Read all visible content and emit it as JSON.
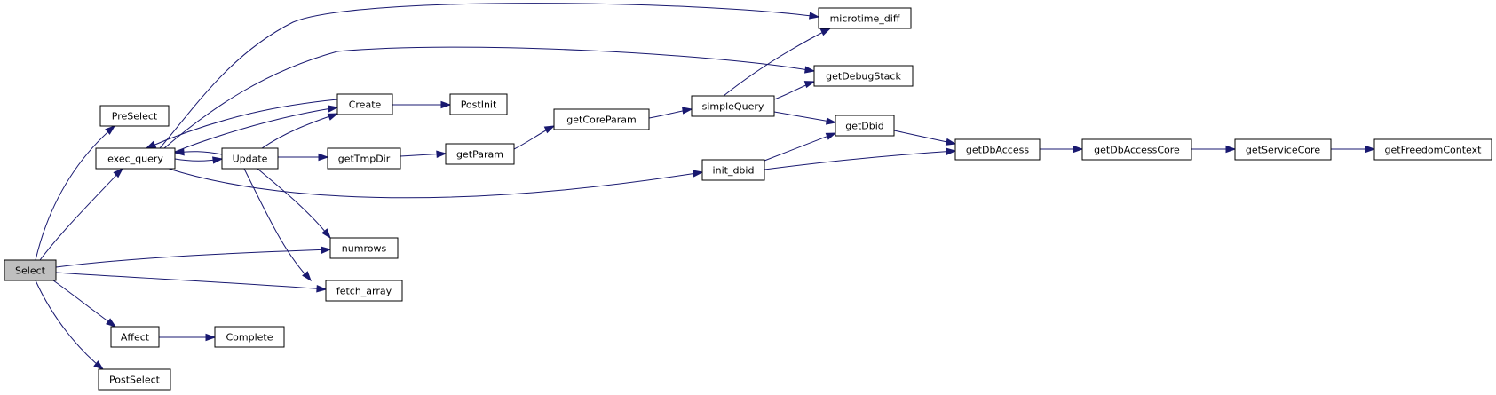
{
  "diagram": {
    "edge_color": "#191970",
    "root_fill": "#bfbfbf",
    "nodes": [
      {
        "id": "select",
        "label": "Select",
        "root": true
      },
      {
        "id": "preselect",
        "label": "PreSelect"
      },
      {
        "id": "exec_query",
        "label": "exec_query"
      },
      {
        "id": "affect",
        "label": "Affect"
      },
      {
        "id": "postselect",
        "label": "PostSelect"
      },
      {
        "id": "numrows",
        "label": "numrows"
      },
      {
        "id": "fetch_array",
        "label": "fetch_array"
      },
      {
        "id": "complete",
        "label": "Complete"
      },
      {
        "id": "update",
        "label": "Update"
      },
      {
        "id": "create",
        "label": "Create"
      },
      {
        "id": "postinit",
        "label": "PostInit"
      },
      {
        "id": "gettmpdir",
        "label": "getTmpDir"
      },
      {
        "id": "getparam",
        "label": "getParam"
      },
      {
        "id": "getcoreparam",
        "label": "getCoreParam"
      },
      {
        "id": "simplequery",
        "label": "simpleQuery"
      },
      {
        "id": "init_dbid",
        "label": "init_dbid"
      },
      {
        "id": "microtime_diff",
        "label": "microtime_diff"
      },
      {
        "id": "getdebugstack",
        "label": "getDebugStack"
      },
      {
        "id": "getdbid",
        "label": "getDbid"
      },
      {
        "id": "getdbaccess",
        "label": "getDbAccess"
      },
      {
        "id": "getdbaccesscore",
        "label": "getDbAccessCore"
      },
      {
        "id": "getservicecore",
        "label": "getServiceCore"
      },
      {
        "id": "getfreedomcontext",
        "label": "getFreedomContext"
      }
    ],
    "edges": [
      {
        "from": "select",
        "to": "preselect"
      },
      {
        "from": "select",
        "to": "exec_query"
      },
      {
        "from": "select",
        "to": "numrows"
      },
      {
        "from": "select",
        "to": "fetch_array"
      },
      {
        "from": "select",
        "to": "affect"
      },
      {
        "from": "select",
        "to": "postselect"
      },
      {
        "from": "affect",
        "to": "complete"
      },
      {
        "from": "exec_query",
        "to": "update"
      },
      {
        "from": "exec_query",
        "to": "create"
      },
      {
        "from": "exec_query",
        "to": "microtime_diff"
      },
      {
        "from": "exec_query",
        "to": "getdebugstack"
      },
      {
        "from": "exec_query",
        "to": "init_dbid"
      },
      {
        "from": "create",
        "to": "exec_query"
      },
      {
        "from": "create",
        "to": "postinit"
      },
      {
        "from": "update",
        "to": "exec_query"
      },
      {
        "from": "update",
        "to": "create"
      },
      {
        "from": "update",
        "to": "gettmpdir"
      },
      {
        "from": "update",
        "to": "numrows"
      },
      {
        "from": "update",
        "to": "fetch_array"
      },
      {
        "from": "gettmpdir",
        "to": "getparam"
      },
      {
        "from": "getparam",
        "to": "getcoreparam"
      },
      {
        "from": "getcoreparam",
        "to": "simplequery"
      },
      {
        "from": "simplequery",
        "to": "microtime_diff"
      },
      {
        "from": "simplequery",
        "to": "getdebugstack"
      },
      {
        "from": "simplequery",
        "to": "getdbid"
      },
      {
        "from": "init_dbid",
        "to": "getdbid"
      },
      {
        "from": "init_dbid",
        "to": "getdbaccess"
      },
      {
        "from": "getdbid",
        "to": "getdbaccess"
      },
      {
        "from": "getdbaccess",
        "to": "getdbaccesscore"
      },
      {
        "from": "getdbaccesscore",
        "to": "getservicecore"
      },
      {
        "from": "getservicecore",
        "to": "getfreedomcontext"
      }
    ]
  }
}
